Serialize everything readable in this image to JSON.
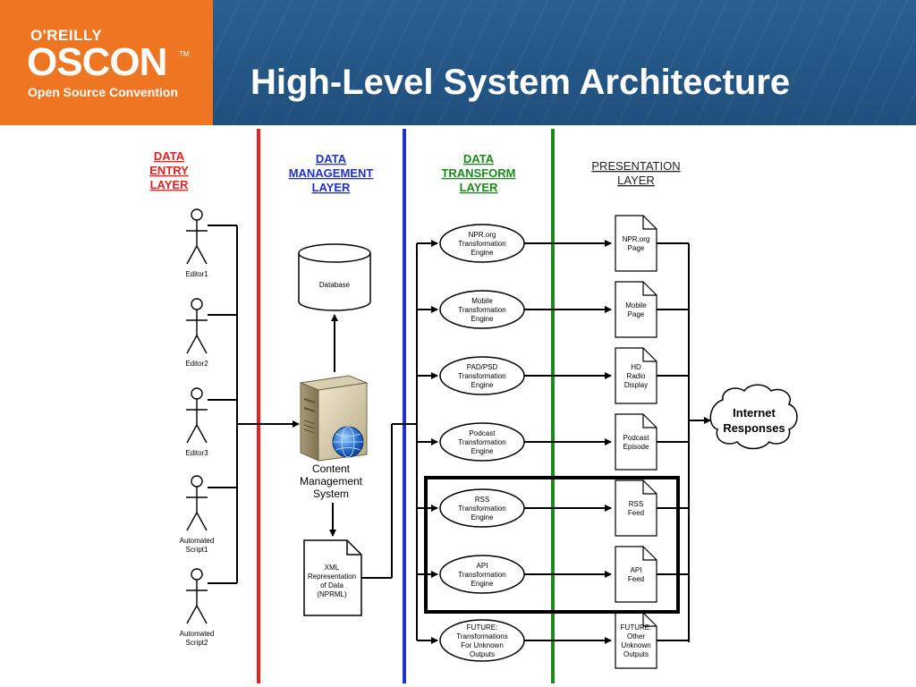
{
  "header": {
    "logo": {
      "brand": "O'REILLY",
      "name": "OSCON",
      "tm": "TM",
      "tagline": "Open Source Convention"
    },
    "title": "High-Level System Architecture"
  },
  "diagram": {
    "layers": {
      "entry": [
        "DATA",
        "ENTRY",
        "LAYER"
      ],
      "management": [
        "DATA",
        "MANAGEMENT",
        "LAYER"
      ],
      "transform": [
        "DATA",
        "TRANSFORM",
        "LAYER"
      ],
      "presentation": [
        "PRESENTATION",
        "LAYER"
      ]
    },
    "colors": {
      "entry": "#e8201f",
      "management": "#1f2fd0",
      "transform": "#1a8a1a",
      "presentation": "#222222"
    },
    "actors": [
      [
        "Editor1"
      ],
      [
        "Editor2"
      ],
      [
        "Editor3"
      ],
      [
        "Automated",
        "Script1"
      ],
      [
        "Automated",
        "Script2"
      ]
    ],
    "database": [
      "Database"
    ],
    "cms": [
      "Content",
      "Management",
      "System"
    ],
    "xml_doc": [
      "XML",
      "Representation",
      "of Data",
      "(NPRML)"
    ],
    "engines": [
      [
        "NPR.org",
        "Transformation",
        "Engine"
      ],
      [
        "Mobile",
        "Transformation",
        "Engine"
      ],
      [
        "PAD/PSD",
        "Transformation",
        "Engine"
      ],
      [
        "Podcast",
        "Transformation",
        "Engine"
      ],
      [
        "RSS",
        "Transformation",
        "Engine"
      ],
      [
        "API",
        "Transformation",
        "Engine"
      ],
      [
        "FUTURE:",
        "Transformations",
        "For Unknown",
        "Outputs"
      ]
    ],
    "outputs": [
      [
        "NPR.org",
        "Page"
      ],
      [
        "Mobile",
        "Page"
      ],
      [
        "HD",
        "Radio",
        "Display"
      ],
      [
        "Podcast",
        "Episode"
      ],
      [
        "RSS",
        "Feed"
      ],
      [
        "API",
        "Feed"
      ],
      [
        "FUTURE:",
        "Other",
        "Unknown",
        "Outputs"
      ]
    ],
    "cloud": [
      "Internet",
      "Responses"
    ]
  }
}
